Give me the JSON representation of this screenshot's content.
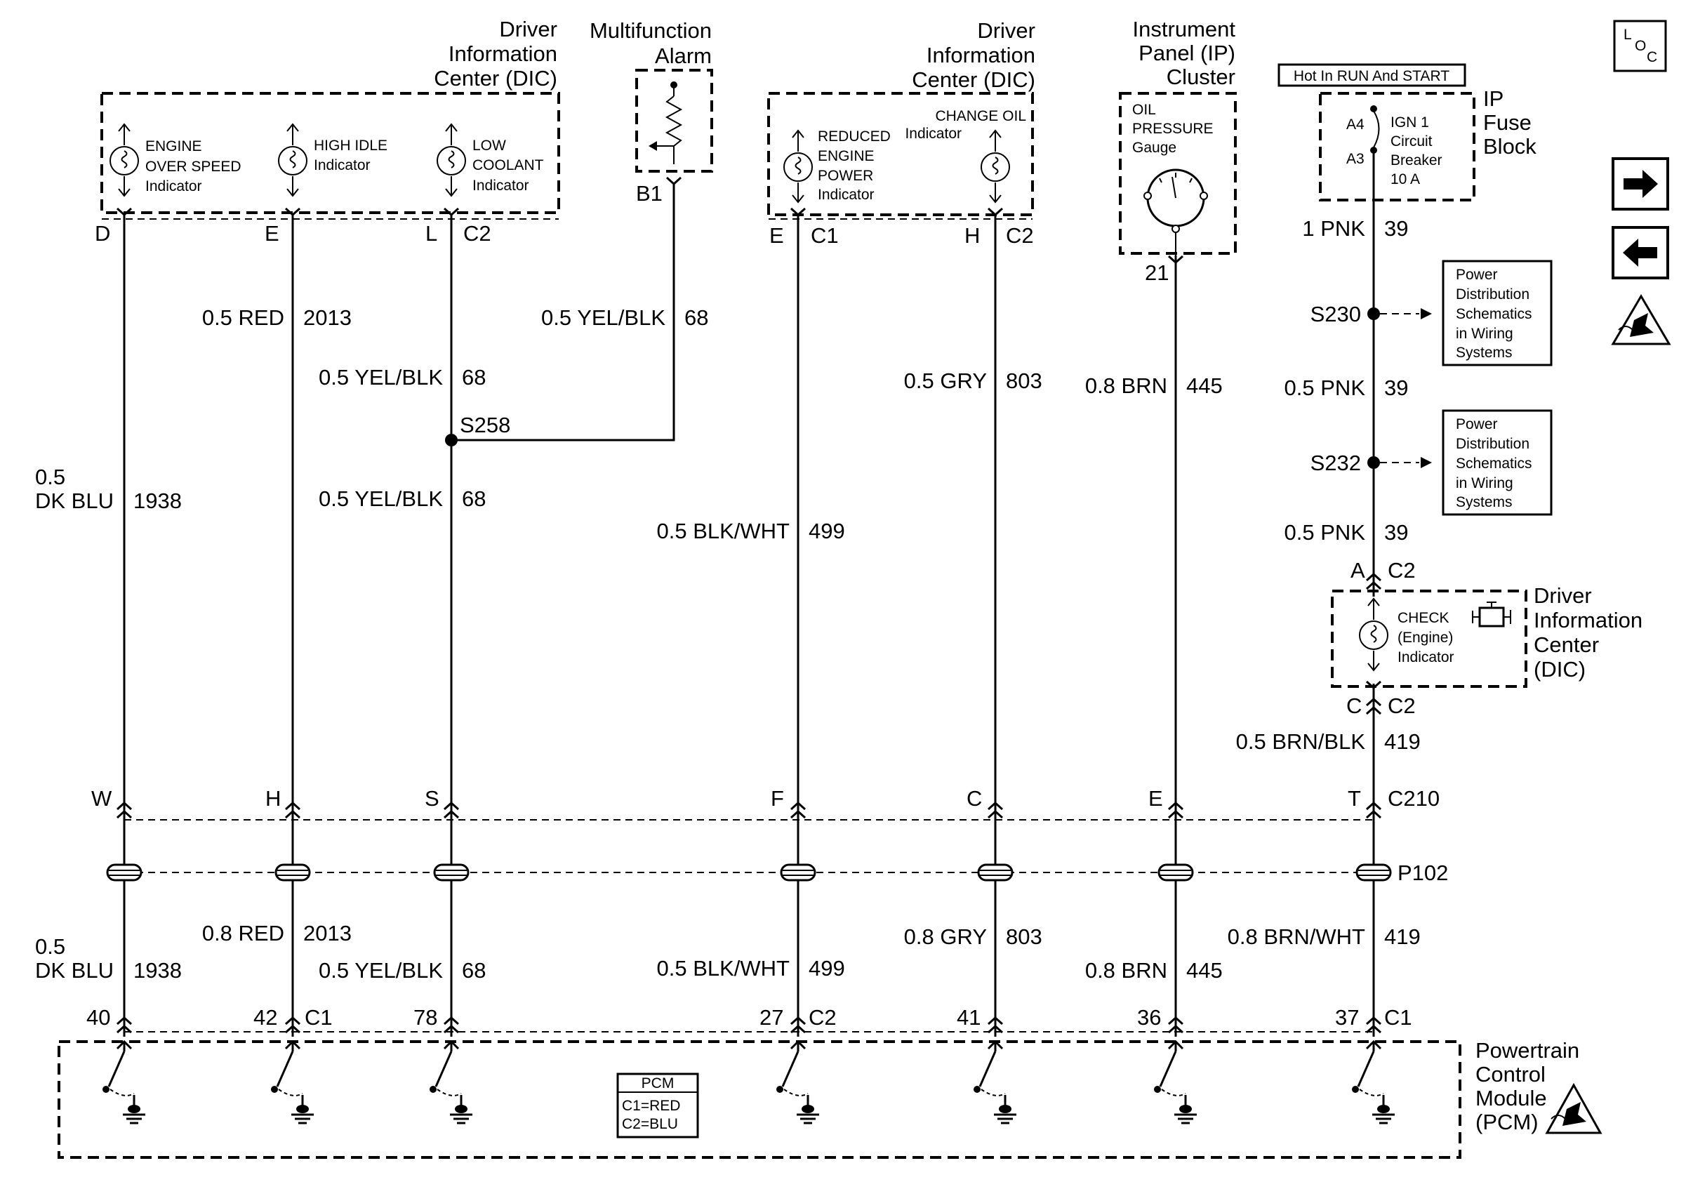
{
  "modules": {
    "dic_left": {
      "title": [
        "Driver",
        "Information",
        "Center (DIC)"
      ]
    },
    "alarm": {
      "title": [
        "Multifunction",
        "Alarm"
      ],
      "pin": "B1"
    },
    "dic_mid": {
      "title": [
        "Driver",
        "Information",
        "Center (DIC)"
      ]
    },
    "ipc": {
      "title": [
        "Instrument",
        "Panel (IP)",
        "Cluster"
      ],
      "gauge": [
        "OIL",
        "PRESSURE",
        "Gauge"
      ],
      "pin": "21"
    },
    "fuse": {
      "hot_label": "Hot In RUN And START",
      "title": [
        "IP",
        "Fuse",
        "Block"
      ],
      "pin_top": "A4",
      "pin_bot": "A3",
      "breaker": [
        "IGN 1",
        "Circuit",
        "Breaker",
        "10 A"
      ]
    },
    "dic_right": {
      "title": [
        "Driver",
        "Information",
        "Center",
        "(DIC)"
      ],
      "indicator": [
        "CHECK",
        "(Engine)",
        "Indicator"
      ]
    },
    "pcm": {
      "title": [
        "Powertrain",
        "Control",
        "Module",
        "(PCM)"
      ],
      "legend": [
        "PCM",
        "C1=RED",
        "C2=BLU"
      ]
    }
  },
  "indicators": {
    "engine_over_speed": [
      "ENGINE",
      "OVER SPEED",
      "Indicator"
    ],
    "high_idle": [
      "HIGH IDLE",
      "Indicator"
    ],
    "low_coolant": [
      "LOW",
      "COOLANT",
      "Indicator"
    ],
    "reduced_power": [
      "REDUCED",
      "ENGINE",
      "POWER",
      "Indicator"
    ],
    "change_oil": [
      "CHANGE OIL",
      "Indicator"
    ]
  },
  "pins": {
    "c1_d": "D",
    "c1_e": "E",
    "c1_l": "L",
    "c1_c2": "C2",
    "c2_e": "E",
    "c2_c1": "C1",
    "c2_h": "H",
    "c2_c2": "C2",
    "r_a": "A",
    "r_c2a": "C2",
    "r_c": "C",
    "r_c2b": "C2"
  },
  "connector_c210": {
    "label": "C210",
    "pins": [
      "W",
      "H",
      "S",
      "F",
      "C",
      "E",
      "T"
    ]
  },
  "connector_p102": {
    "label": "P102"
  },
  "pcm_pins": {
    "labels": [
      "40",
      "42",
      "78",
      "27",
      "41",
      "36",
      "37"
    ],
    "c1a": "C1",
    "c2": "C2",
    "c1b": "C1"
  },
  "splices": {
    "s258": "S258",
    "s230": "S230",
    "s232": "S232"
  },
  "wires_upper": {
    "w1": {
      "gauge": [
        "0.5",
        "DK BLU"
      ],
      "circuit": "1938"
    },
    "w2": {
      "gauge": "0.5 RED",
      "circuit": "2013"
    },
    "w3a": {
      "gauge": "0.5 YEL/BLK",
      "circuit": "68"
    },
    "w3b": {
      "gauge": "0.5 YEL/BLK",
      "circuit": "68"
    },
    "w4": {
      "gauge": "0.5 YEL/BLK",
      "circuit": "68"
    },
    "w5": {
      "gauge": "0.5 BLK/WHT",
      "circuit": "499"
    },
    "w6": {
      "gauge": "0.5 GRY",
      "circuit": "803"
    },
    "w7": {
      "gauge": "0.8 BRN",
      "circuit": "445"
    },
    "w8a": {
      "gauge": "1 PNK",
      "circuit": "39"
    },
    "w8b": {
      "gauge": "0.5 PNK",
      "circuit": "39"
    },
    "w8c": {
      "gauge": "0.5 PNK",
      "circuit": "39"
    },
    "w8d": {
      "gauge": "0.5 BRN/BLK",
      "circuit": "419"
    }
  },
  "wires_lower": {
    "w1": {
      "gauge": [
        "0.5",
        "DK BLU"
      ],
      "circuit": "1938"
    },
    "w2": {
      "gauge": "0.8 RED",
      "circuit": "2013"
    },
    "w3": {
      "gauge": "0.5 YEL/BLK",
      "circuit": "68"
    },
    "w5": {
      "gauge": "0.5 BLK/WHT",
      "circuit": "499"
    },
    "w6": {
      "gauge": "0.8 GRY",
      "circuit": "803"
    },
    "w7": {
      "gauge": "0.8 BRN",
      "circuit": "445"
    },
    "w8": {
      "gauge": "0.8 BRN/WHT",
      "circuit": "419"
    }
  },
  "references": {
    "ref1": [
      "Power",
      "Distribution",
      "Schematics",
      "in Wiring",
      "Systems"
    ],
    "ref2": [
      "Power",
      "Distribution",
      "Schematics",
      "in Wiring",
      "Systems"
    ]
  },
  "nav": {
    "loc": [
      "L",
      "O",
      "C"
    ],
    "next": "next-arrow-icon",
    "prev": "prev-arrow-icon",
    "esd": "esd-warning-icon"
  }
}
